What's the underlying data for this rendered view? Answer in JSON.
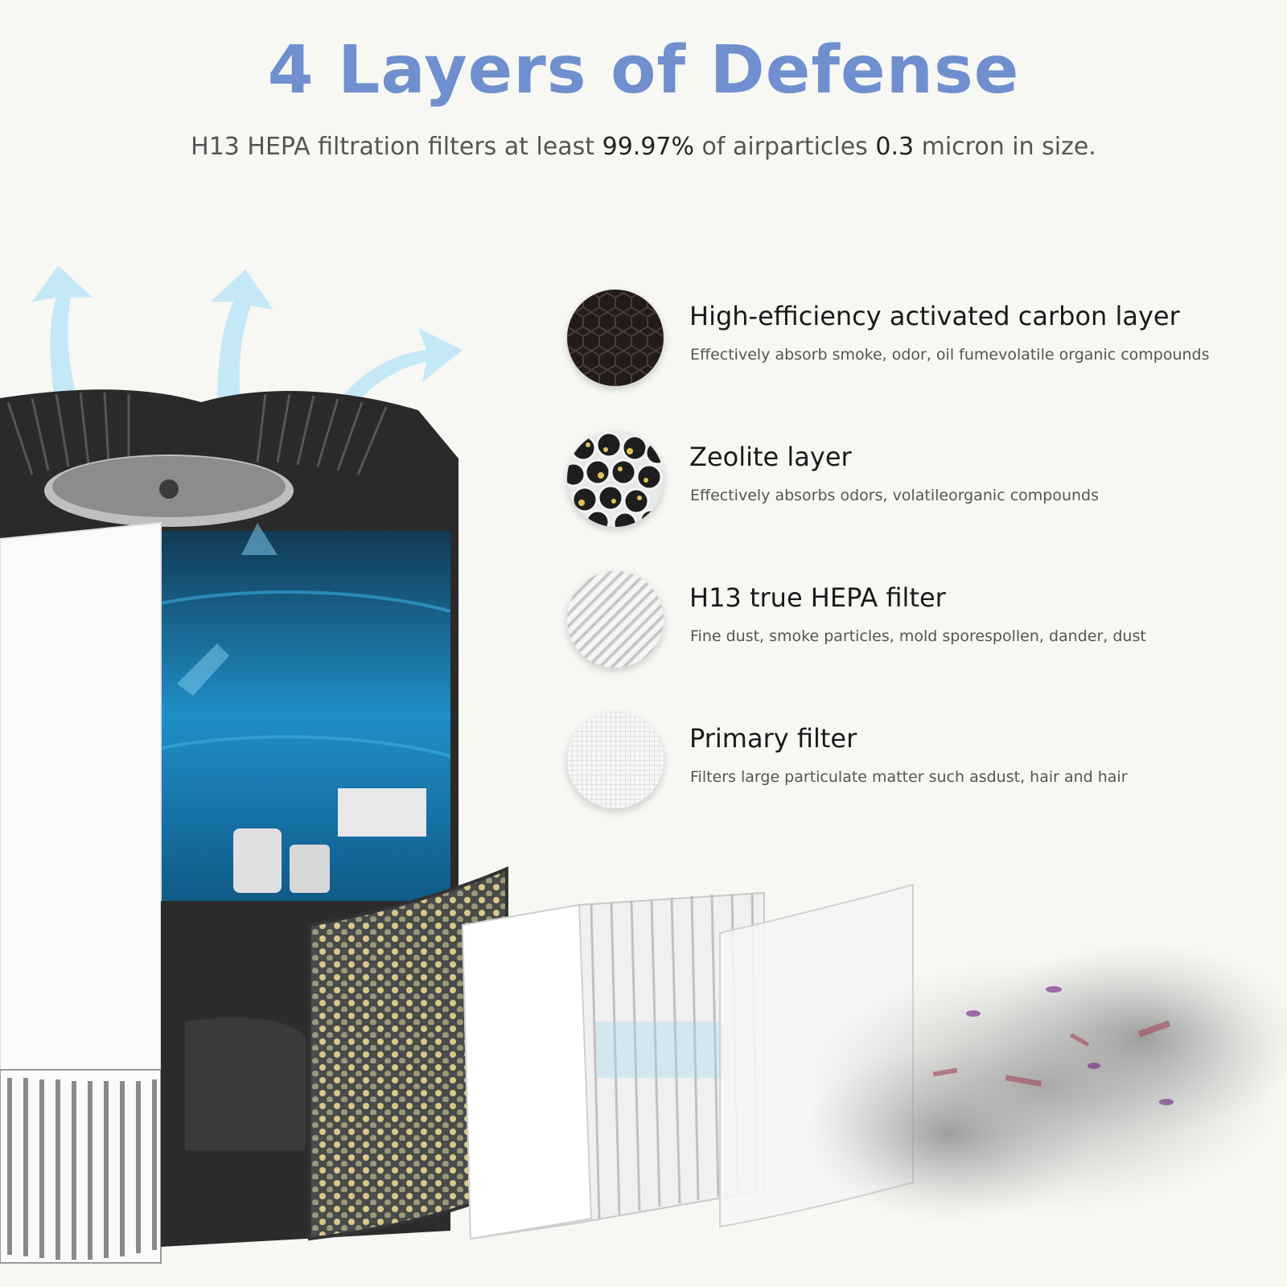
{
  "header": {
    "title": "4 Layers of Defense",
    "subtitle": {
      "part1": "H13 HEPA filtration filters at least ",
      "value1": "99.97%",
      "part2": " of airparticles ",
      "value2": "0.3",
      "part3": " micron in size."
    }
  },
  "layers": [
    {
      "title": "High-efficiency activated carbon layer",
      "desc": "Effectively absorb smoke, odor, oil fumevolatile organic compounds",
      "icon": "carbon-honeycomb-icon"
    },
    {
      "title": "Zeolite layer",
      "desc": "Effectively absorbs odors, volatileorganic compounds",
      "icon": "zeolite-icon"
    },
    {
      "title": "H13 true HEPA filter",
      "desc": "Fine dust, smoke particles, mold sporespollen, dander, dust",
      "icon": "hepa-pleats-icon"
    },
    {
      "title": "Primary filter",
      "desc": "Filters large particulate matter such asdust, hair and hair",
      "icon": "mesh-filter-icon"
    }
  ],
  "colors": {
    "title": "#6f8fce",
    "airflow": "#8fd3f0",
    "interior_blue": "#1f8fc8"
  }
}
